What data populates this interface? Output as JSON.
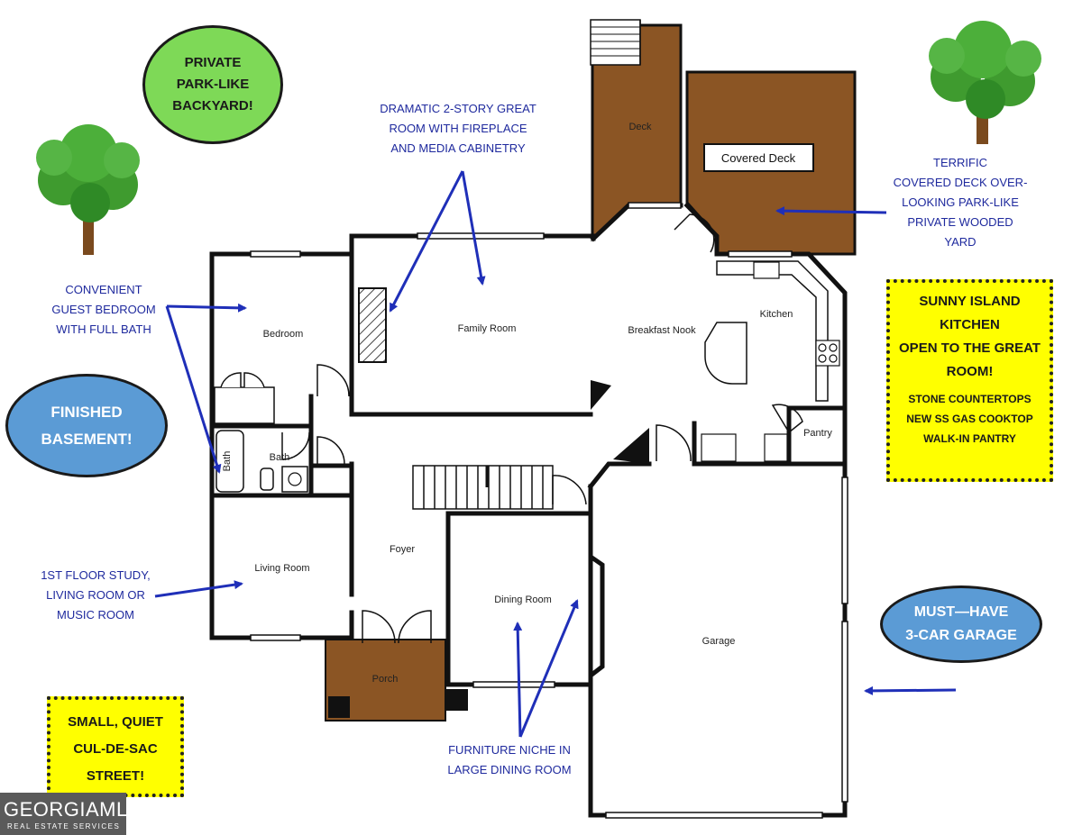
{
  "colors": {
    "wall": "#111111",
    "deck": "#8b5524",
    "arrow": "#1f2fb8",
    "note": "#1f2a9e",
    "green": "#7ed957",
    "blue": "#5b9bd5",
    "yellow": "#ffff00"
  },
  "badges": {
    "backyard": "PRIVATE\nPARK-LIKE\nBACKYARD!",
    "basement": "FINISHED\nBASEMENT!",
    "garage": "MUST—HAVE\n3-CAR GARAGE"
  },
  "callouts": {
    "kitchen_title": "SUNNY ISLAND\nKITCHEN\nOPEN TO THE GREAT\nROOM!",
    "kitchen_detail": "STONE COUNTERTOPS\nNEW SS GAS COOKTOP\nWALK-IN PANTRY",
    "street": "SMALL, QUIET\nCUL-DE-SAC\nSTREET!"
  },
  "notes": {
    "great_room": "DRAMATIC 2-STORY GREAT\nROOM WITH FIREPLACE\nAND MEDIA CABINETRY",
    "guest_bedroom": "CONVENIENT\nGUEST BEDROOM\nWITH FULL BATH",
    "deck": "TERRIFIC\nCOVERED DECK OVER-\nLOOKING PARK-LIKE\nPRIVATE WOODED\nYARD",
    "study": "1ST FLOOR STUDY,\nLIVING ROOM OR\nMUSIC ROOM",
    "dining": "FURNITURE NICHE IN\nLARGE DINING ROOM"
  },
  "rooms": {
    "deck": "Deck",
    "covered_deck": "Covered Deck",
    "bedroom": "Bedroom",
    "family_room": "Family Room",
    "breakfast_nook": "Breakfast Nook",
    "kitchen": "Kitchen",
    "pantry": "Pantry",
    "bath_tub": "Bath",
    "bath": "Bath",
    "foyer": "Foyer",
    "living_room": "Living Room",
    "dining_room": "Dining Room",
    "garage": "Garage",
    "porch": "Porch"
  },
  "logo": {
    "brand": "GEORGIAMLS",
    "sub": "REAL ESTATE SERVICES"
  }
}
